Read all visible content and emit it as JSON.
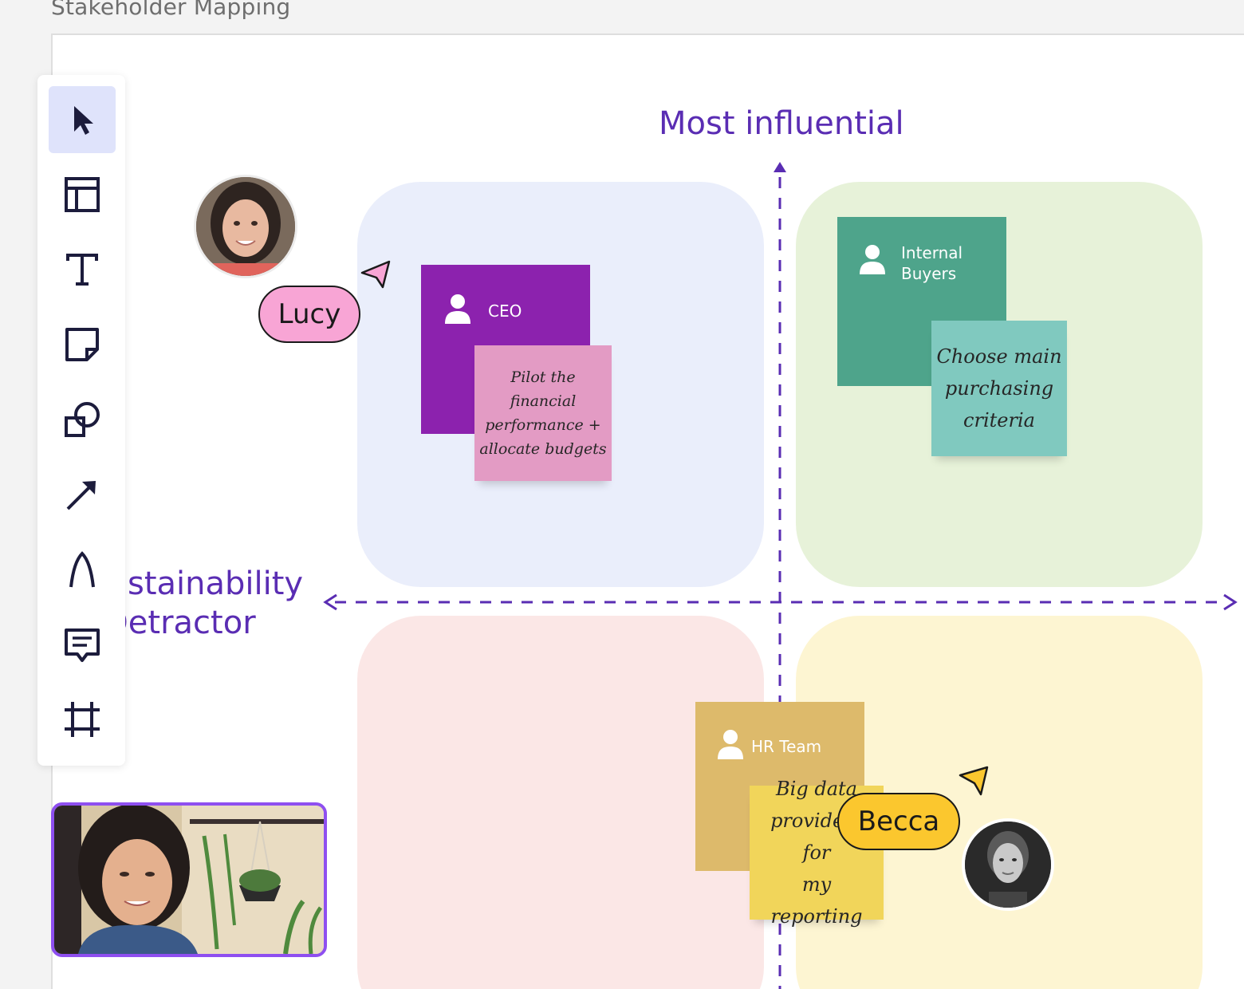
{
  "board": {
    "title": "Stakeholder Mapping"
  },
  "toolbar": {
    "tools": [
      {
        "name": "Select",
        "icon": "pointer-icon",
        "active": true
      },
      {
        "name": "Template",
        "icon": "layout-icon"
      },
      {
        "name": "Text",
        "icon": "text-icon"
      },
      {
        "name": "Sticky note",
        "icon": "sticky-note-icon"
      },
      {
        "name": "Shapes",
        "icon": "shapes-icon"
      },
      {
        "name": "Line",
        "icon": "arrow-icon"
      },
      {
        "name": "Pen",
        "icon": "pen-icon"
      },
      {
        "name": "Comment",
        "icon": "comment-icon"
      },
      {
        "name": "Frame",
        "icon": "frame-icon"
      }
    ]
  },
  "axes": {
    "top_label": "Most influential",
    "left_label_line1": "stainability",
    "left_label_line2": "Detractor",
    "color": "#5a2db3"
  },
  "quadrants": [
    {
      "position": "top-left",
      "color": "#eaeefb"
    },
    {
      "position": "top-right",
      "color": "#e7f2d9"
    },
    {
      "position": "bottom-left",
      "color": "#fbe7e6"
    },
    {
      "position": "bottom-right",
      "color": "#fdf5d2"
    }
  ],
  "cards": {
    "ceo": {
      "label": "CEO",
      "icon": "person-icon",
      "color": "#8c22ae"
    },
    "internal_buyers": {
      "label_line1": "Internal",
      "label_line2": "Buyers",
      "icon": "person-icon",
      "color": "#4ea48b"
    },
    "hr_team": {
      "label": "HR Team",
      "icon": "person-icon",
      "color": "#ddba6b"
    }
  },
  "stickies": {
    "pink": {
      "lines": [
        "Pilot the",
        "financial",
        "performance +",
        "allocate budgets"
      ],
      "color": "#e39bc4"
    },
    "teal": {
      "lines": [
        "Choose main",
        "purchasing",
        "criteria"
      ],
      "color": "#80c9bf"
    },
    "yellow": {
      "lines": [
        "Big data",
        "providers for",
        "my reporting"
      ],
      "color": "#f1d55a"
    }
  },
  "collaborators": {
    "lucy": {
      "name": "Lucy",
      "color": "#f8a5d5"
    },
    "becca": {
      "name": "Becca",
      "color": "#fbc72e"
    }
  },
  "video_tile": {
    "border_color": "#8e4ff0"
  }
}
